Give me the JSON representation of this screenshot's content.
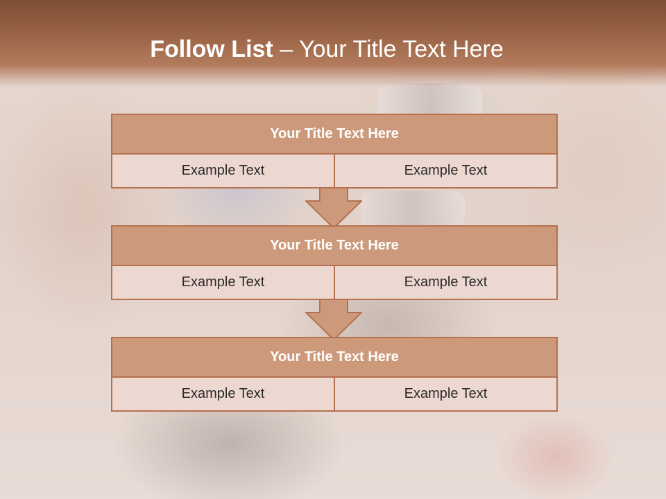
{
  "slide": {
    "title_bold": "Follow List",
    "title_rest": " – Your Title Text Here"
  },
  "blocks": [
    {
      "title": "Your Title Text Here",
      "left": "Example Text",
      "right": "Example Text"
    },
    {
      "title": "Your Title Text Here",
      "left": "Example Text",
      "right": "Example Text"
    },
    {
      "title": "Your Title Text Here",
      "left": "Example Text",
      "right": "Example Text"
    }
  ],
  "colors": {
    "header_dark": "#7d4d33",
    "block_header": "#cc9a7b",
    "block_border": "#b5714f",
    "block_body": "#ecd8d0",
    "arrow_fill": "#cc9a7b"
  }
}
